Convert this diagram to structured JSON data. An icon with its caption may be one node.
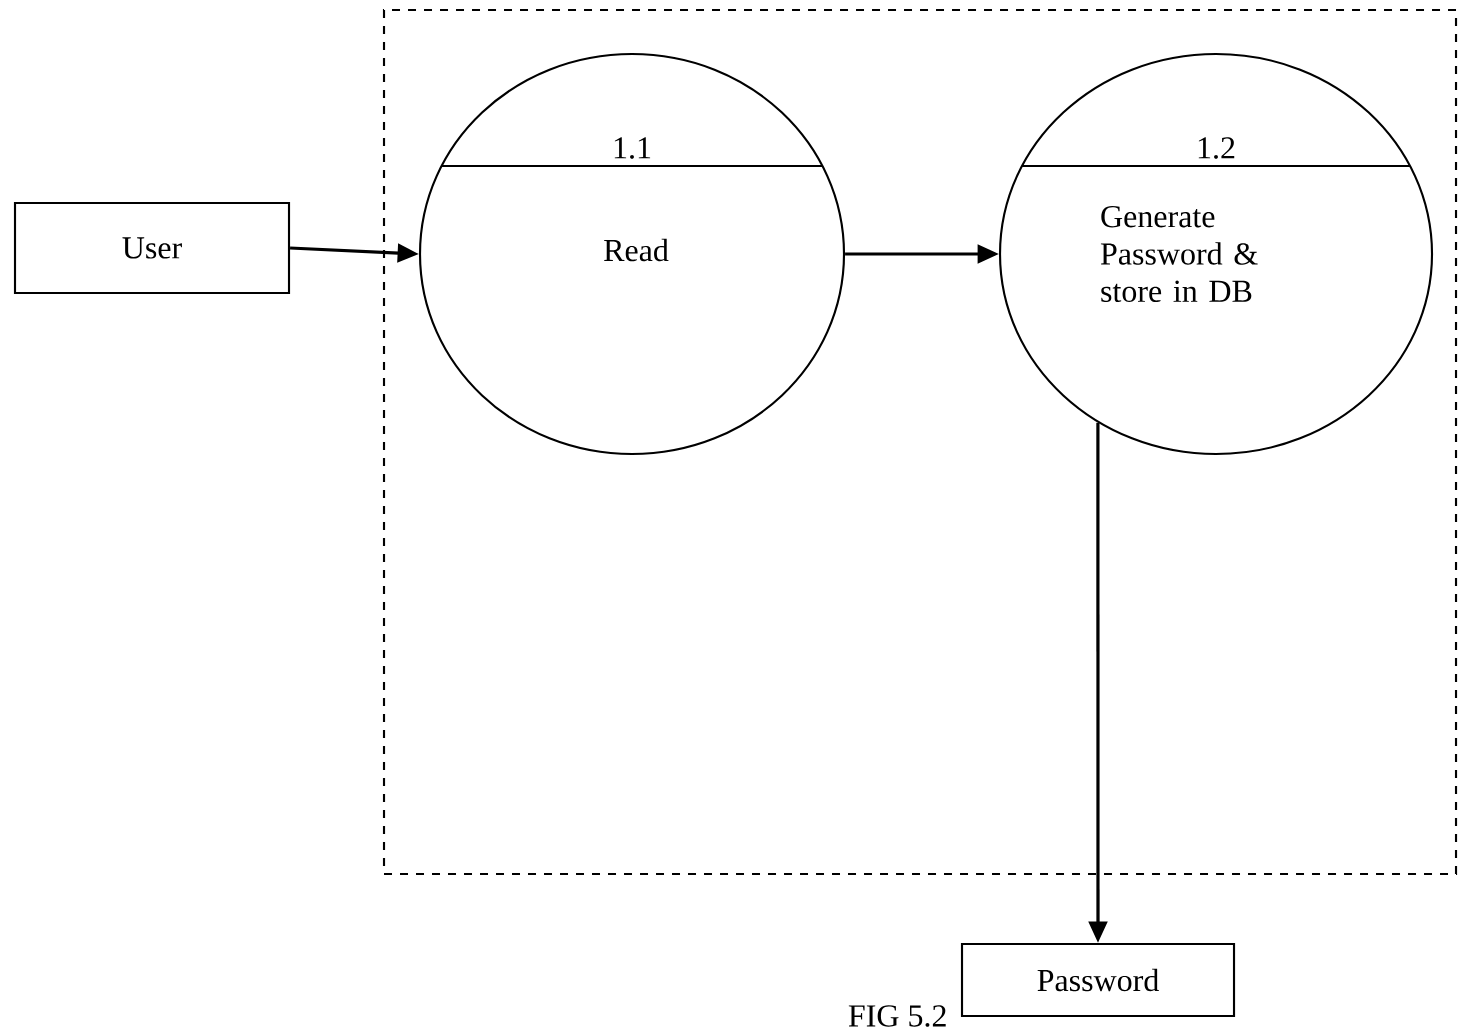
{
  "diagram": {
    "caption": "FIG 5.2",
    "nodes": [
      {
        "text": [],
        "shape": "box"
      },
      {
        "text": [
          "User"
        ]
      },
      {
        "text": [
          "1.1",
          "Read"
        ],
        "in": 0
      },
      {
        "text": [
          "1.2",
          "Generate Password & store in DB"
        ],
        "in": 0
      },
      {
        "text": [
          "Password"
        ]
      }
    ],
    "edges": [
      {
        "from": 1,
        "to": 2,
        "arrow": "to"
      },
      {
        "from": 2,
        "to": 3,
        "arrow": "to"
      },
      {
        "from": 3,
        "to": 4,
        "arrow": "to"
      }
    ]
  }
}
